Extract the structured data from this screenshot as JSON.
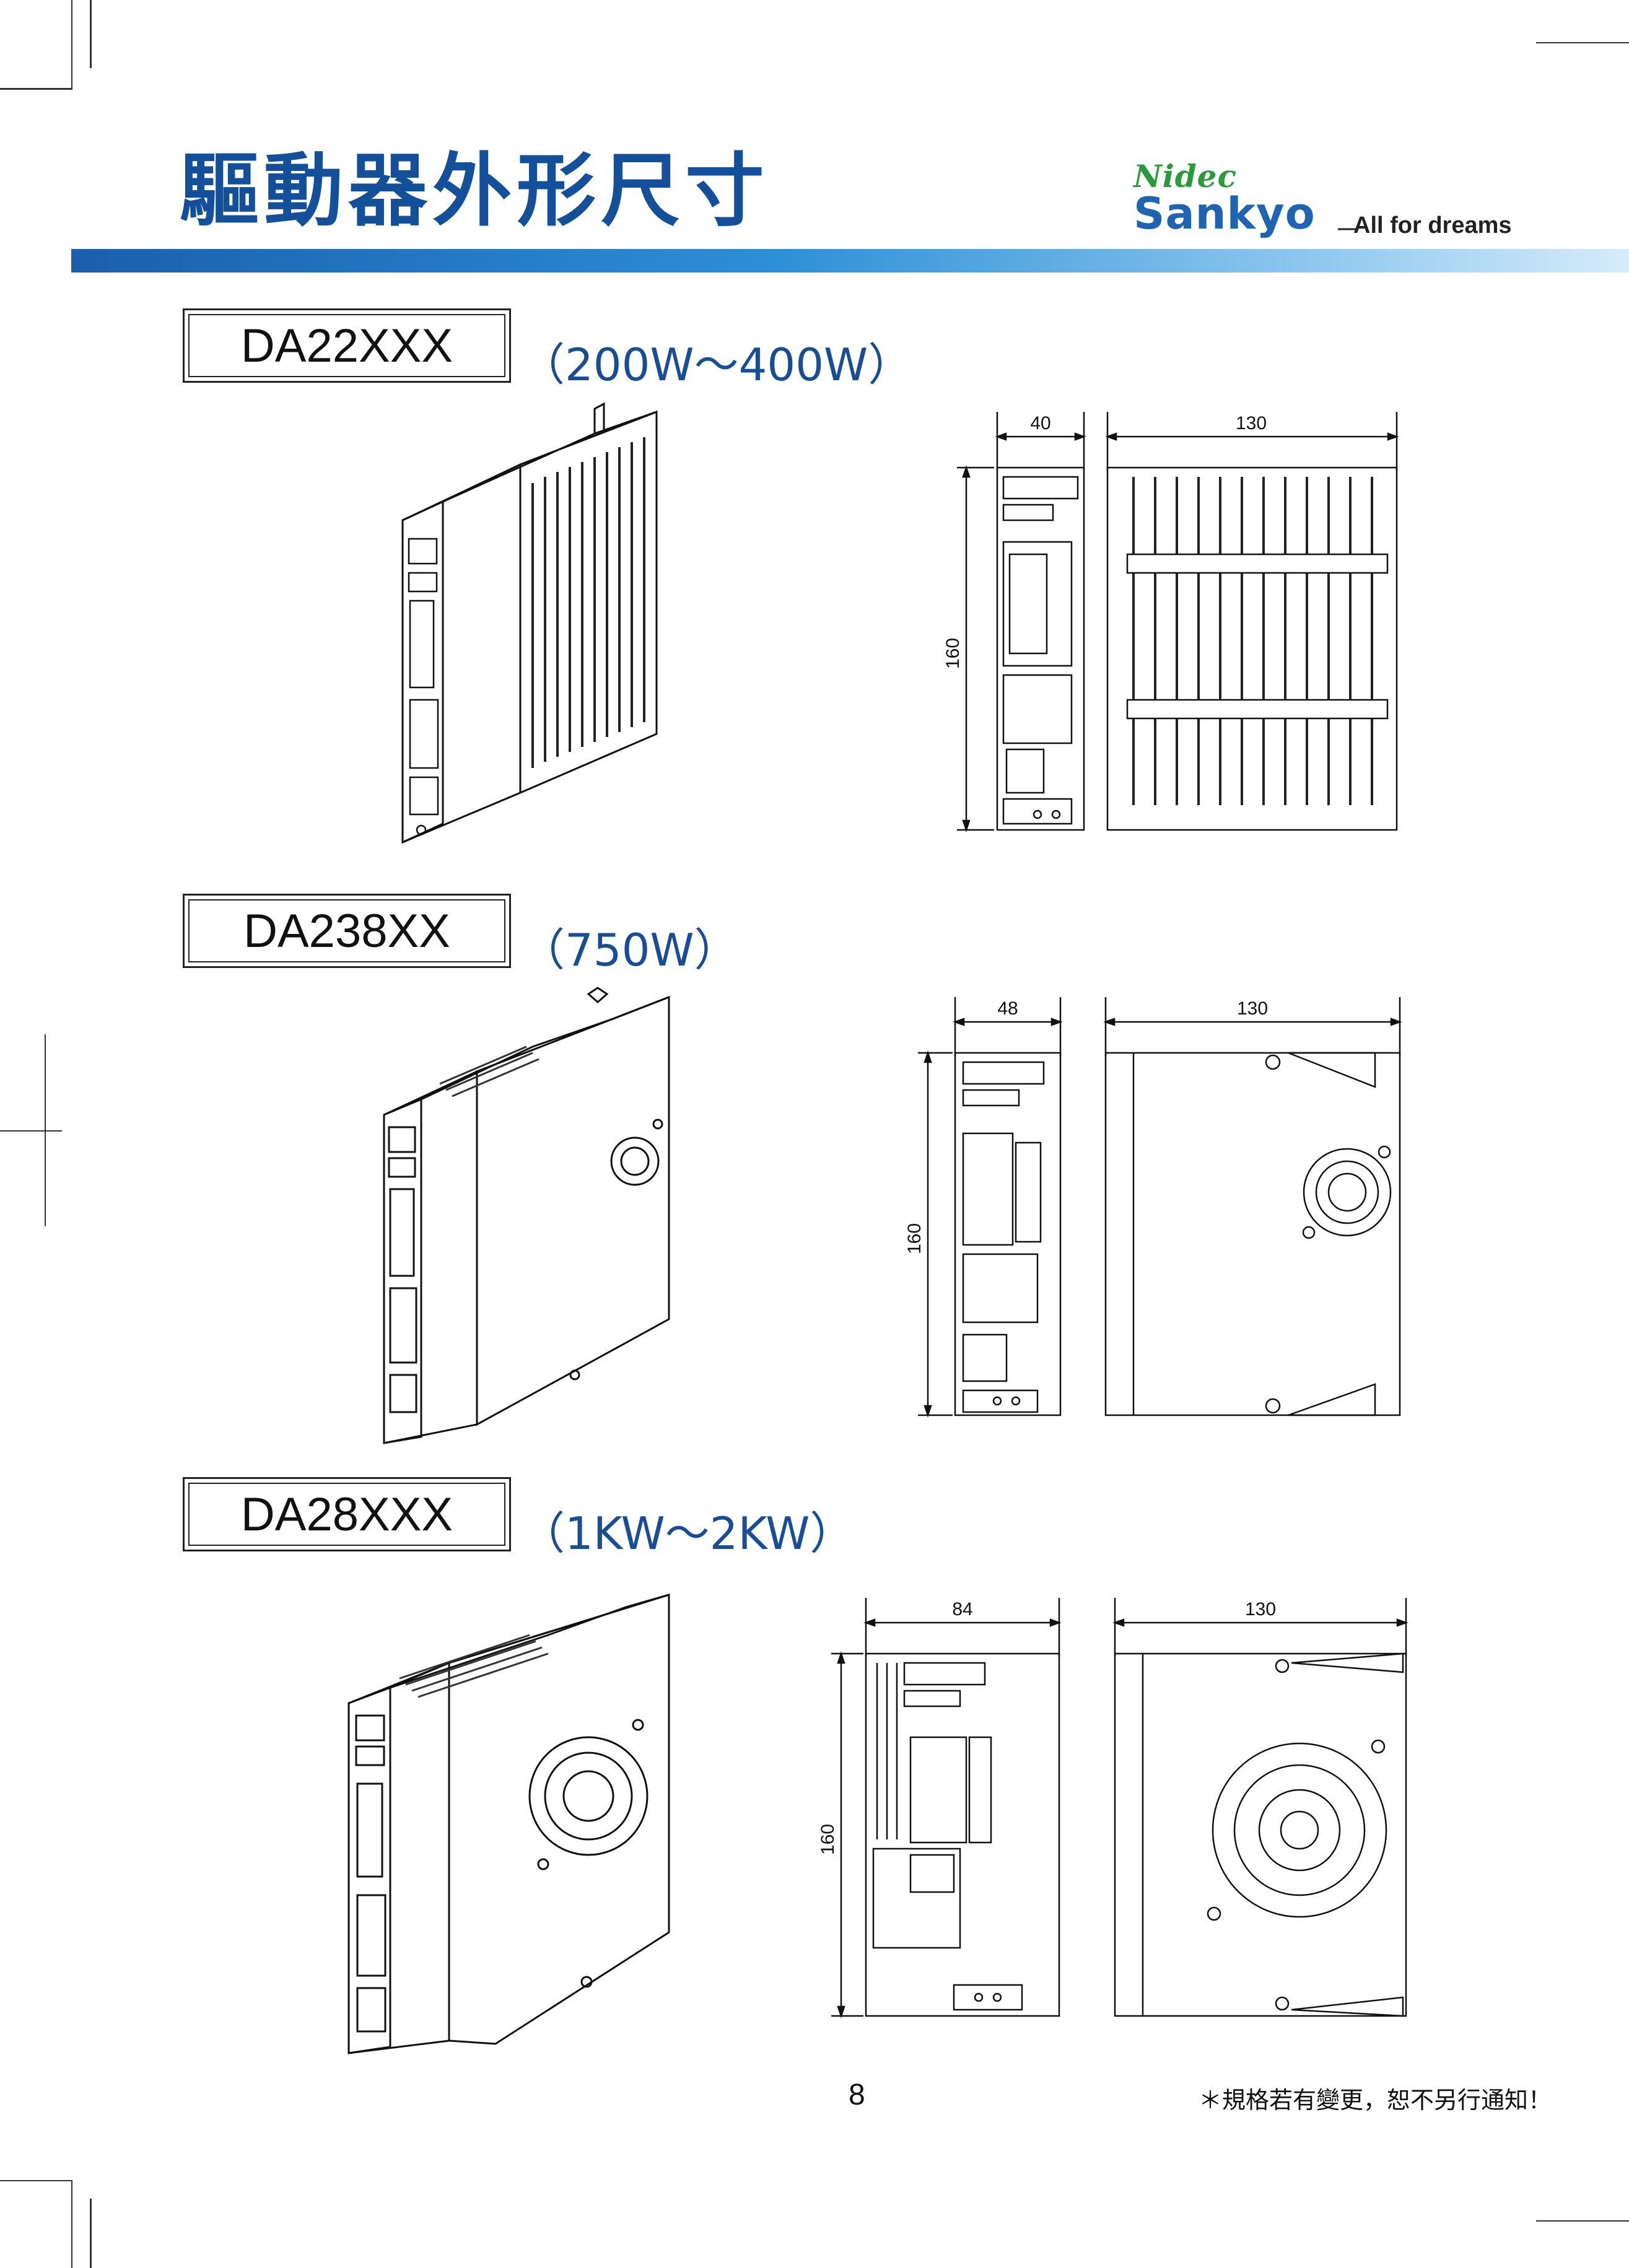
{
  "header": {
    "title": "驅動器外形尺寸",
    "brand": {
      "nidec": "Nidec",
      "sankyo": "Sankyo",
      "tagline": "All for dreams"
    }
  },
  "sections": [
    {
      "model": "DA22XXX",
      "power": "（200W～400W）",
      "dims": {
        "width": "40",
        "depth": "130",
        "height": "160"
      }
    },
    {
      "model": "DA238XX",
      "power": "（750W）",
      "dims": {
        "width": "48",
        "depth": "130",
        "height": "160"
      }
    },
    {
      "model": "DA28XXX",
      "power": "（1KW～2KW）",
      "dims": {
        "width": "84",
        "depth": "130",
        "height": "160"
      }
    }
  ],
  "footer": {
    "page_number": "8",
    "notice": "＊規格若有變更，恕不另行通知！"
  }
}
